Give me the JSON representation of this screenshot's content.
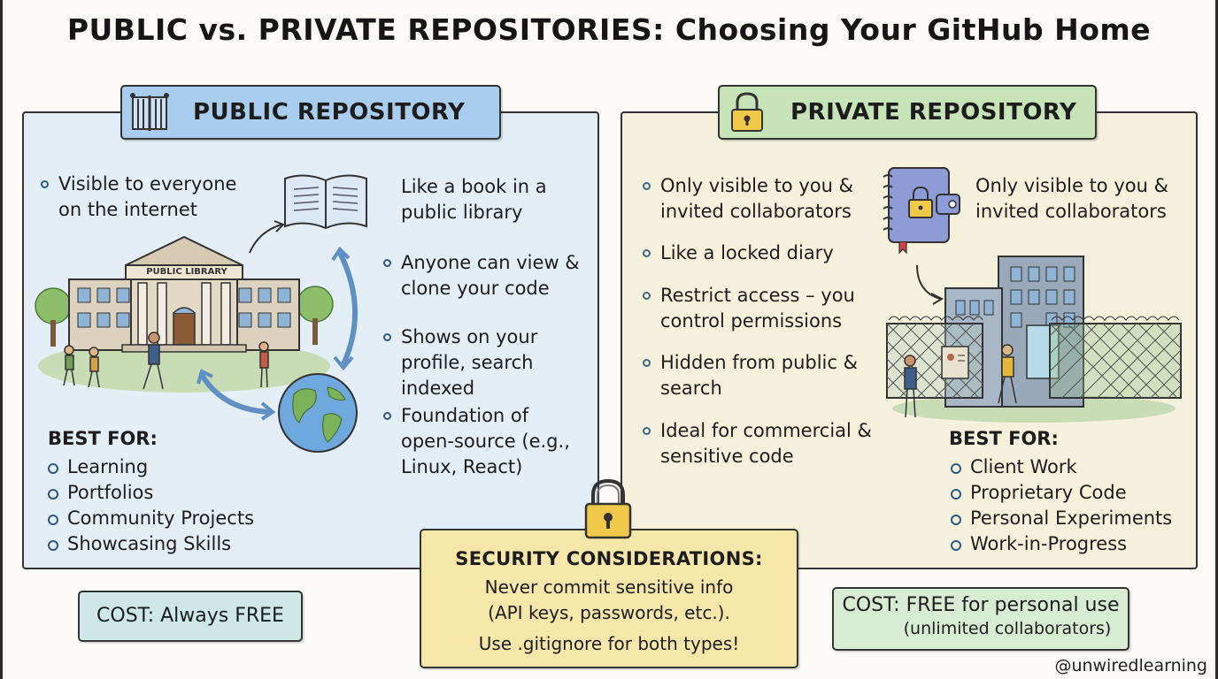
{
  "title": "PUBLIC vs. PRIVATE REPOSITORIES: Choosing Your GitHub Home",
  "public": {
    "heading": "PUBLIC REPOSITORY",
    "bullet_visible": "Visible to everyone on the internet",
    "analogy": "Like a book in a public library",
    "library_sign": "PUBLIC LIBRARY",
    "bullets": [
      "Anyone can view & clone your code",
      "Shows on your profile, search indexed",
      "Foundation of open-source (e.g., Linux, React)"
    ],
    "best_for_title": "BEST FOR:",
    "best_for": [
      "Learning",
      "Portfolios",
      "Community Projects",
      "Showcasing Skills"
    ],
    "cost": "COST: Always FREE"
  },
  "private": {
    "heading": "PRIVATE REPOSITORY",
    "bullets": [
      "Only visible to you & invited collaborators",
      "Like a locked diary",
      "Restrict access – you control permissions",
      "Hidden from public & search",
      "Ideal for commercial & sensitive code"
    ],
    "diary_caption": "Only visible to you & invited collaborators",
    "best_for_title": "BEST FOR:",
    "best_for": [
      "Client Work",
      "Proprietary Code",
      "Personal Experiments",
      "Work-in-Progress"
    ],
    "cost_main": "COST: FREE for personal use",
    "cost_sub": "(unlimited collaborators)"
  },
  "security": {
    "heading": "SECURITY CONSIDERATIONS:",
    "line1": "Never commit sensitive info",
    "line2": "(API keys, passwords, etc.).",
    "line3": "Use .gitignore for both types!"
  },
  "handle": "@unwiredlearning",
  "colors": {
    "public_panel": "#e4eef7",
    "private_panel": "#f5f1dc",
    "public_banner": "#a9cdef",
    "private_banner": "#c7e3b8",
    "security_box": "#f6e6a9",
    "lock_gold": "#f0c84a"
  }
}
